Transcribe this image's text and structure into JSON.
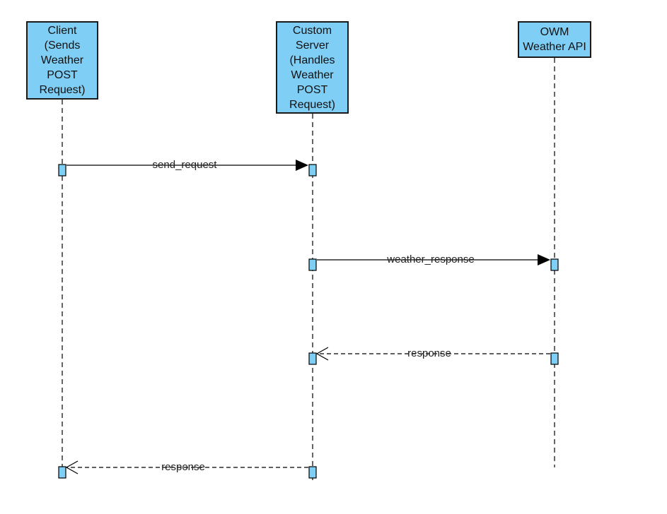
{
  "colors": {
    "actor_fill": "#7fcef5",
    "stroke": "#000000"
  },
  "actors": [
    {
      "id": "client",
      "label": "Client\n(Sends\nWeather\nPOST\nRequest)"
    },
    {
      "id": "server",
      "label": "Custom\nServer\n(Handles\nWeather\nPOST\nRequest)"
    },
    {
      "id": "owm",
      "label": "OWM\nWeather API"
    }
  ],
  "messages": [
    {
      "id": "send-request",
      "label": "send_request",
      "from": "client",
      "to": "server",
      "style": "sync"
    },
    {
      "id": "weather-response",
      "label": "weather_response",
      "from": "server",
      "to": "owm",
      "style": "sync"
    },
    {
      "id": "response-owm",
      "label": "response",
      "from": "owm",
      "to": "server",
      "style": "reply"
    },
    {
      "id": "response-client",
      "label": "response",
      "from": "server",
      "to": "client",
      "style": "reply"
    }
  ]
}
